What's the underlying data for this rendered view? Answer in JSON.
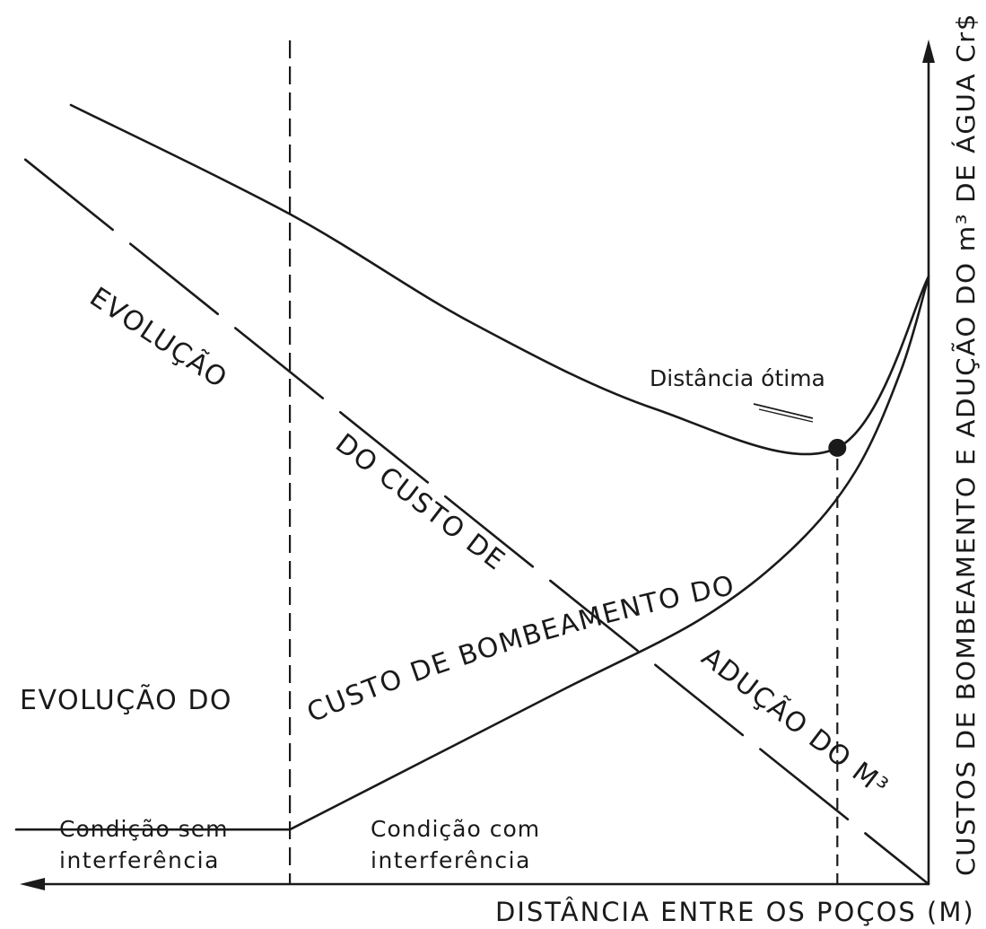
{
  "chart_data": {
    "type": "line",
    "title": "",
    "xlabel": "DISTÂNCIA ENTRE OS POÇOS (M)",
    "ylabel": "CUSTOS DE BOMBEAMENTO E ADUÇÃO DO m³ DE ÁGUA Cr$",
    "x_direction": "decreasing-to-right",
    "grid": false,
    "legend": "none",
    "series": [
      {
        "label_parts": [
          "EVOLUÇÃO DO",
          "CUSTO DE BOMBEAMENTO DO m³"
        ],
        "style": "solid",
        "x": [
          1.0,
          0.7,
          0.55,
          0.4,
          0.25,
          0.15,
          0.08,
          0.03,
          0.0
        ],
        "y": [
          0.07,
          0.07,
          0.16,
          0.25,
          0.34,
          0.43,
          0.53,
          0.66,
          0.78
        ]
      },
      {
        "label_parts": [
          "EVOLUÇÃO",
          "DO CUSTO DE",
          "ADUÇÃO DO M³"
        ],
        "style": "long-dash",
        "x": [
          0.99,
          0.0
        ],
        "y": [
          0.93,
          0.0
        ]
      },
      {
        "name": "",
        "style": "solid",
        "x": [
          0.94,
          0.7,
          0.5,
          0.3,
          0.1,
          0.0
        ],
        "y": [
          1.0,
          0.86,
          0.72,
          0.61,
          0.56,
          0.78
        ]
      }
    ],
    "optimum": {
      "label": "Distância ótima",
      "x": 0.1,
      "y": 0.56
    },
    "boundary": {
      "x": 0.7
    },
    "regions": [
      {
        "line1": "Condição sem",
        "line2": "interferência"
      },
      {
        "line1": "Condição com",
        "line2": "interferência"
      }
    ]
  }
}
